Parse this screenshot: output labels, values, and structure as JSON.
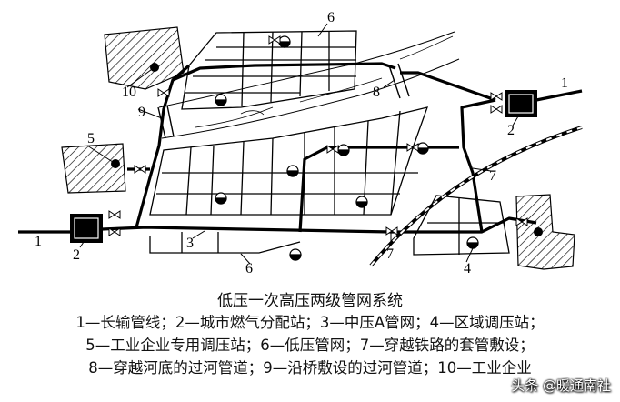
{
  "labels": {
    "n1a": "1",
    "n1b": "1",
    "n2a": "2",
    "n2b": "2",
    "n3": "3",
    "n4": "4",
    "n5": "5",
    "n6a": "6",
    "n6b": "6",
    "n7a": "7",
    "n7b": "7",
    "n8": "8",
    "n9": "9",
    "n10": "10"
  },
  "caption": {
    "title": "低压一次高压两级管网系统",
    "line1": "1—长输管线；2—城市燃气分配站；3—中压A管网；4—区域调压站；",
    "line2": "5—工业企业专用调压站；6—低压管网；7—穿越铁路的套管敷设；",
    "line3": "8—穿越河底的过河管道；9—沿桥敷设的过河管道；10—工业企业"
  },
  "watermark": "头条 @暖通南社"
}
